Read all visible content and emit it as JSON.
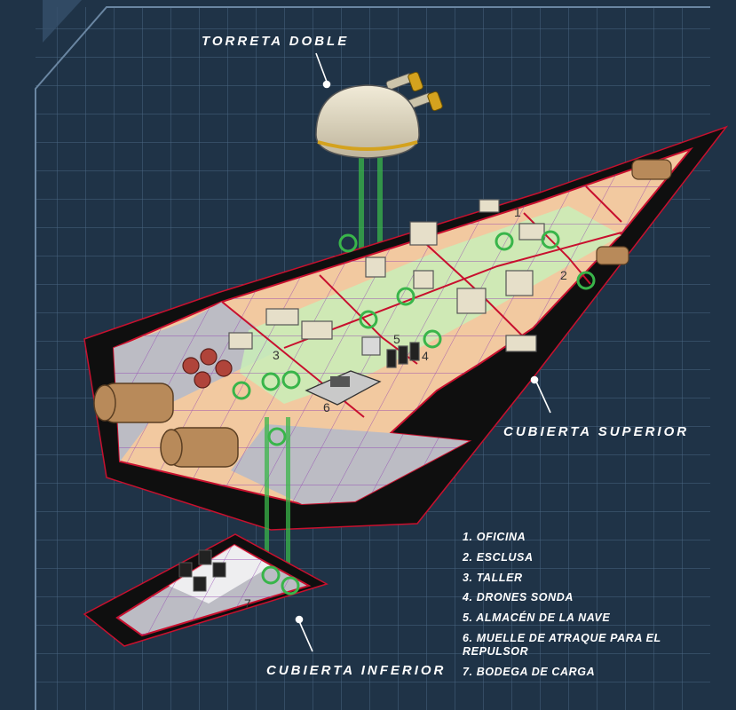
{
  "labels": {
    "turret": "TORRETA DOBLE",
    "upper_deck": "CUBIERTA SUPERIOR",
    "lower_deck": "CUBIERTA INFERIOR"
  },
  "legend": [
    "1. OFICINA",
    "2. ESCLUSA",
    "3. TALLER",
    "4. DRONES SONDA",
    "5. ALMACÉN DE LA NAVE",
    "6. MUELLE DE ATRAQUE PARA EL\nREPULSOR",
    "7. BODEGA DE CARGA"
  ],
  "room_numbers": [
    "1",
    "2",
    "3",
    "4",
    "5",
    "6",
    "7"
  ],
  "colors": {
    "background": "#1f3347",
    "grid": "#4a6682",
    "hull_outline": "#0f0f0f",
    "hull_edge": "#c8102e",
    "floor_orange": "#f2c9a0",
    "floor_grey": "#bcbcc4",
    "floor_green": "#c9efb8",
    "teleport_beam": "#39b54a",
    "turret_body": "#e8dfc8",
    "turret_stripe": "#d4a21e"
  }
}
